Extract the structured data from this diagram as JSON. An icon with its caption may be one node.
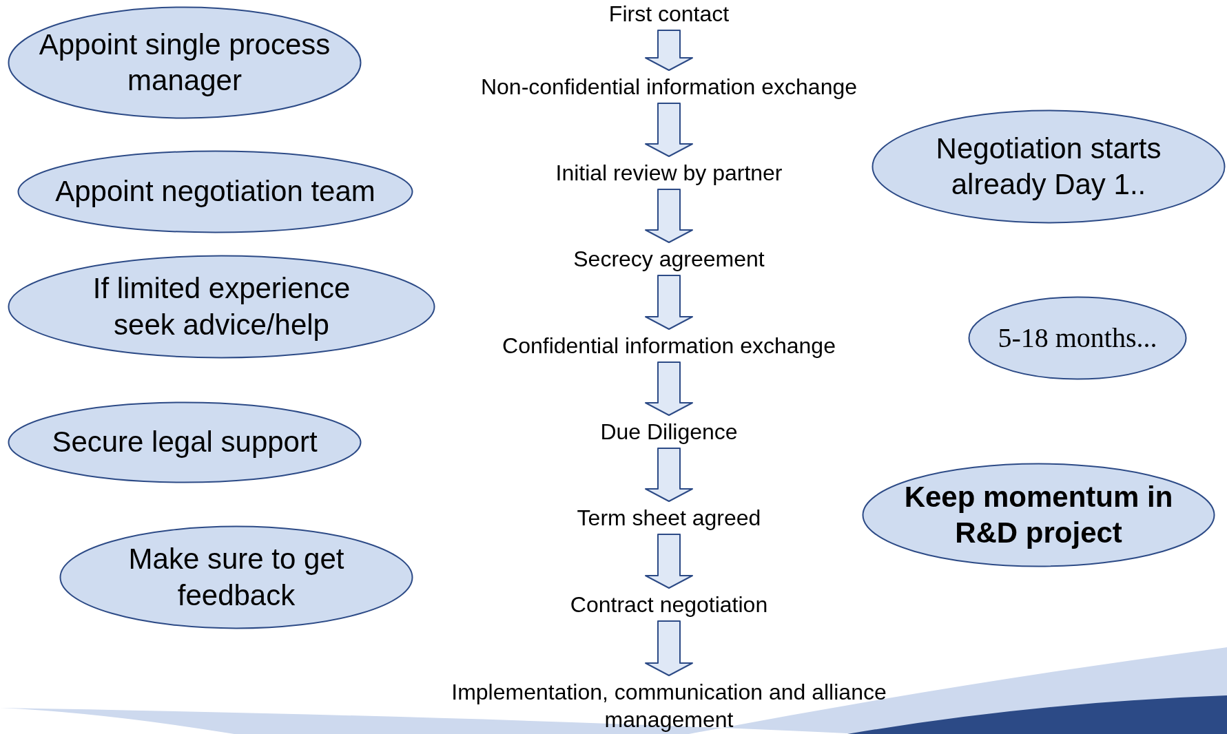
{
  "diagram": {
    "nodes": [
      {
        "text": [
          "First contact"
        ]
      },
      {
        "text": [
          "Non-confidential information exchange"
        ]
      },
      {
        "text": [
          "Initial review by partner"
        ]
      },
      {
        "text": [
          "Secrecy agreement"
        ]
      },
      {
        "text": [
          "Confidential information exchange"
        ]
      },
      {
        "text": [
          "Due Diligence"
        ]
      },
      {
        "text": [
          "Term sheet agreed"
        ]
      },
      {
        "text": [
          "Contract negotiation"
        ]
      },
      {
        "text": [
          "Implementation, communication and alliance management"
        ]
      },
      {
        "text": [
          "Appoint single process manager"
        ]
      },
      {
        "text": [
          "Appoint negotiation team"
        ]
      },
      {
        "text": [
          "If limited experience seek advice/help"
        ]
      },
      {
        "text": [
          "Secure legal support"
        ]
      },
      {
        "text": [
          "Make sure to get feedback"
        ]
      },
      {
        "text": [
          "Negotiation starts already Day 1.."
        ]
      },
      {
        "text": [
          "5-18 months..."
        ]
      },
      {
        "text": [
          "Keep momentum in R&D project"
        ]
      }
    ],
    "edges": [
      {
        "from": 0,
        "to": 1,
        "arrow": "to"
      },
      {
        "from": 1,
        "to": 2,
        "arrow": "to"
      },
      {
        "from": 2,
        "to": 3,
        "arrow": "to"
      },
      {
        "from": 3,
        "to": 4,
        "arrow": "to"
      },
      {
        "from": 4,
        "to": 5,
        "arrow": "to"
      },
      {
        "from": 5,
        "to": 6,
        "arrow": "to"
      },
      {
        "from": 6,
        "to": 7,
        "arrow": "to"
      },
      {
        "from": 7,
        "to": 8,
        "arrow": "to"
      }
    ]
  }
}
